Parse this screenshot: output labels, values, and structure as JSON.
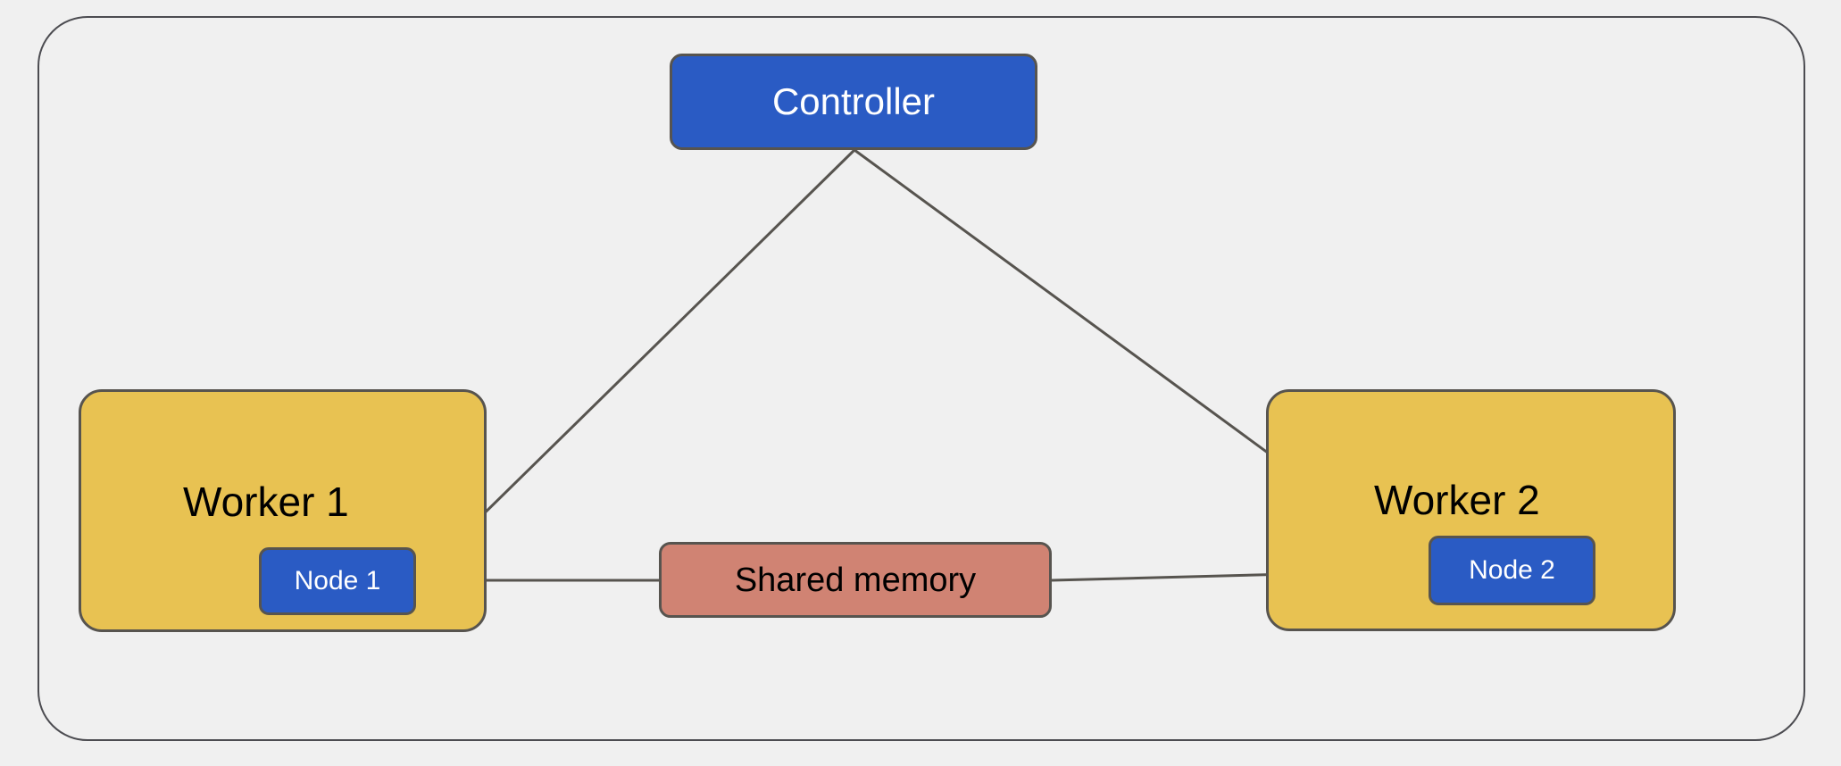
{
  "diagram": {
    "title": "Controller / Worker / Shared memory architecture",
    "background_color": "#f0f0f0",
    "cluster": {
      "name": "cluster-boundary",
      "stroke": "#4c4c51"
    },
    "nodes": {
      "controller": {
        "label": "Controller",
        "fill": "#2a5bc4",
        "text_color": "#ffffff"
      },
      "worker1": {
        "label": "Worker 1",
        "fill": "#e8c252",
        "text_color": "#000000"
      },
      "worker2": {
        "label": "Worker 2",
        "fill": "#e8c252",
        "text_color": "#000000"
      },
      "node1": {
        "label": "Node 1",
        "fill": "#2a5bc4",
        "text_color": "#ffffff"
      },
      "node2": {
        "label": "Node 2",
        "fill": "#2a5bc4",
        "text_color": "#ffffff"
      },
      "shared_memory": {
        "label": "Shared memory",
        "fill": "#d08373",
        "text_color": "#000000"
      }
    },
    "edges": [
      {
        "name": "controller-to-node1",
        "from": "controller",
        "to": "node1"
      },
      {
        "name": "controller-to-node2",
        "from": "controller",
        "to": "node2"
      },
      {
        "name": "node1-to-shared-memory",
        "from": "node1",
        "to": "shared_memory"
      },
      {
        "name": "shared-memory-to-node2",
        "from": "shared_memory",
        "to": "node2"
      }
    ],
    "edge_color": "#57544f"
  }
}
